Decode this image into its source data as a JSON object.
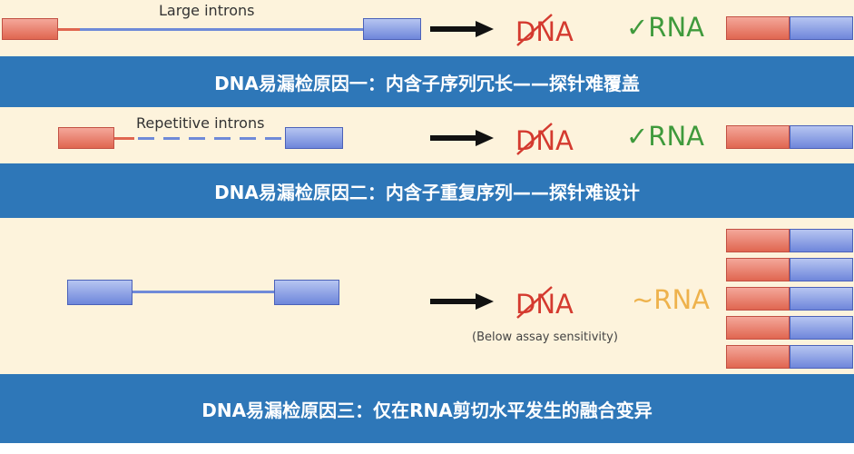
{
  "colors": {
    "panel_bg": "#fdf3dc",
    "banner_bg": "#2e77b8",
    "exon_red": "#e06650",
    "exon_blue": "#6e86db",
    "dna_red": "#d43a2f",
    "rna_green": "#3f9a3c",
    "rna_orange": "#eeb24c"
  },
  "panel1": {
    "intron_label": "Large introns",
    "dna_text": "DNA",
    "rna_text": "✓RNA",
    "banner": "DNA易漏检原因一：内含子序列冗长——探针难覆盖"
  },
  "panel2": {
    "intron_label": "Repetitive introns",
    "dna_text": "DNA",
    "rna_text": "✓RNA",
    "banner": "DNA易漏检原因二：内含子重复序列——探针难设计"
  },
  "panel3": {
    "dna_text": "DNA",
    "rna_text": "~RNA",
    "note": "(Below assay sensitivity)",
    "banner": "DNA易漏检原因三：仅在RNA剪切水平发生的融合变异"
  }
}
